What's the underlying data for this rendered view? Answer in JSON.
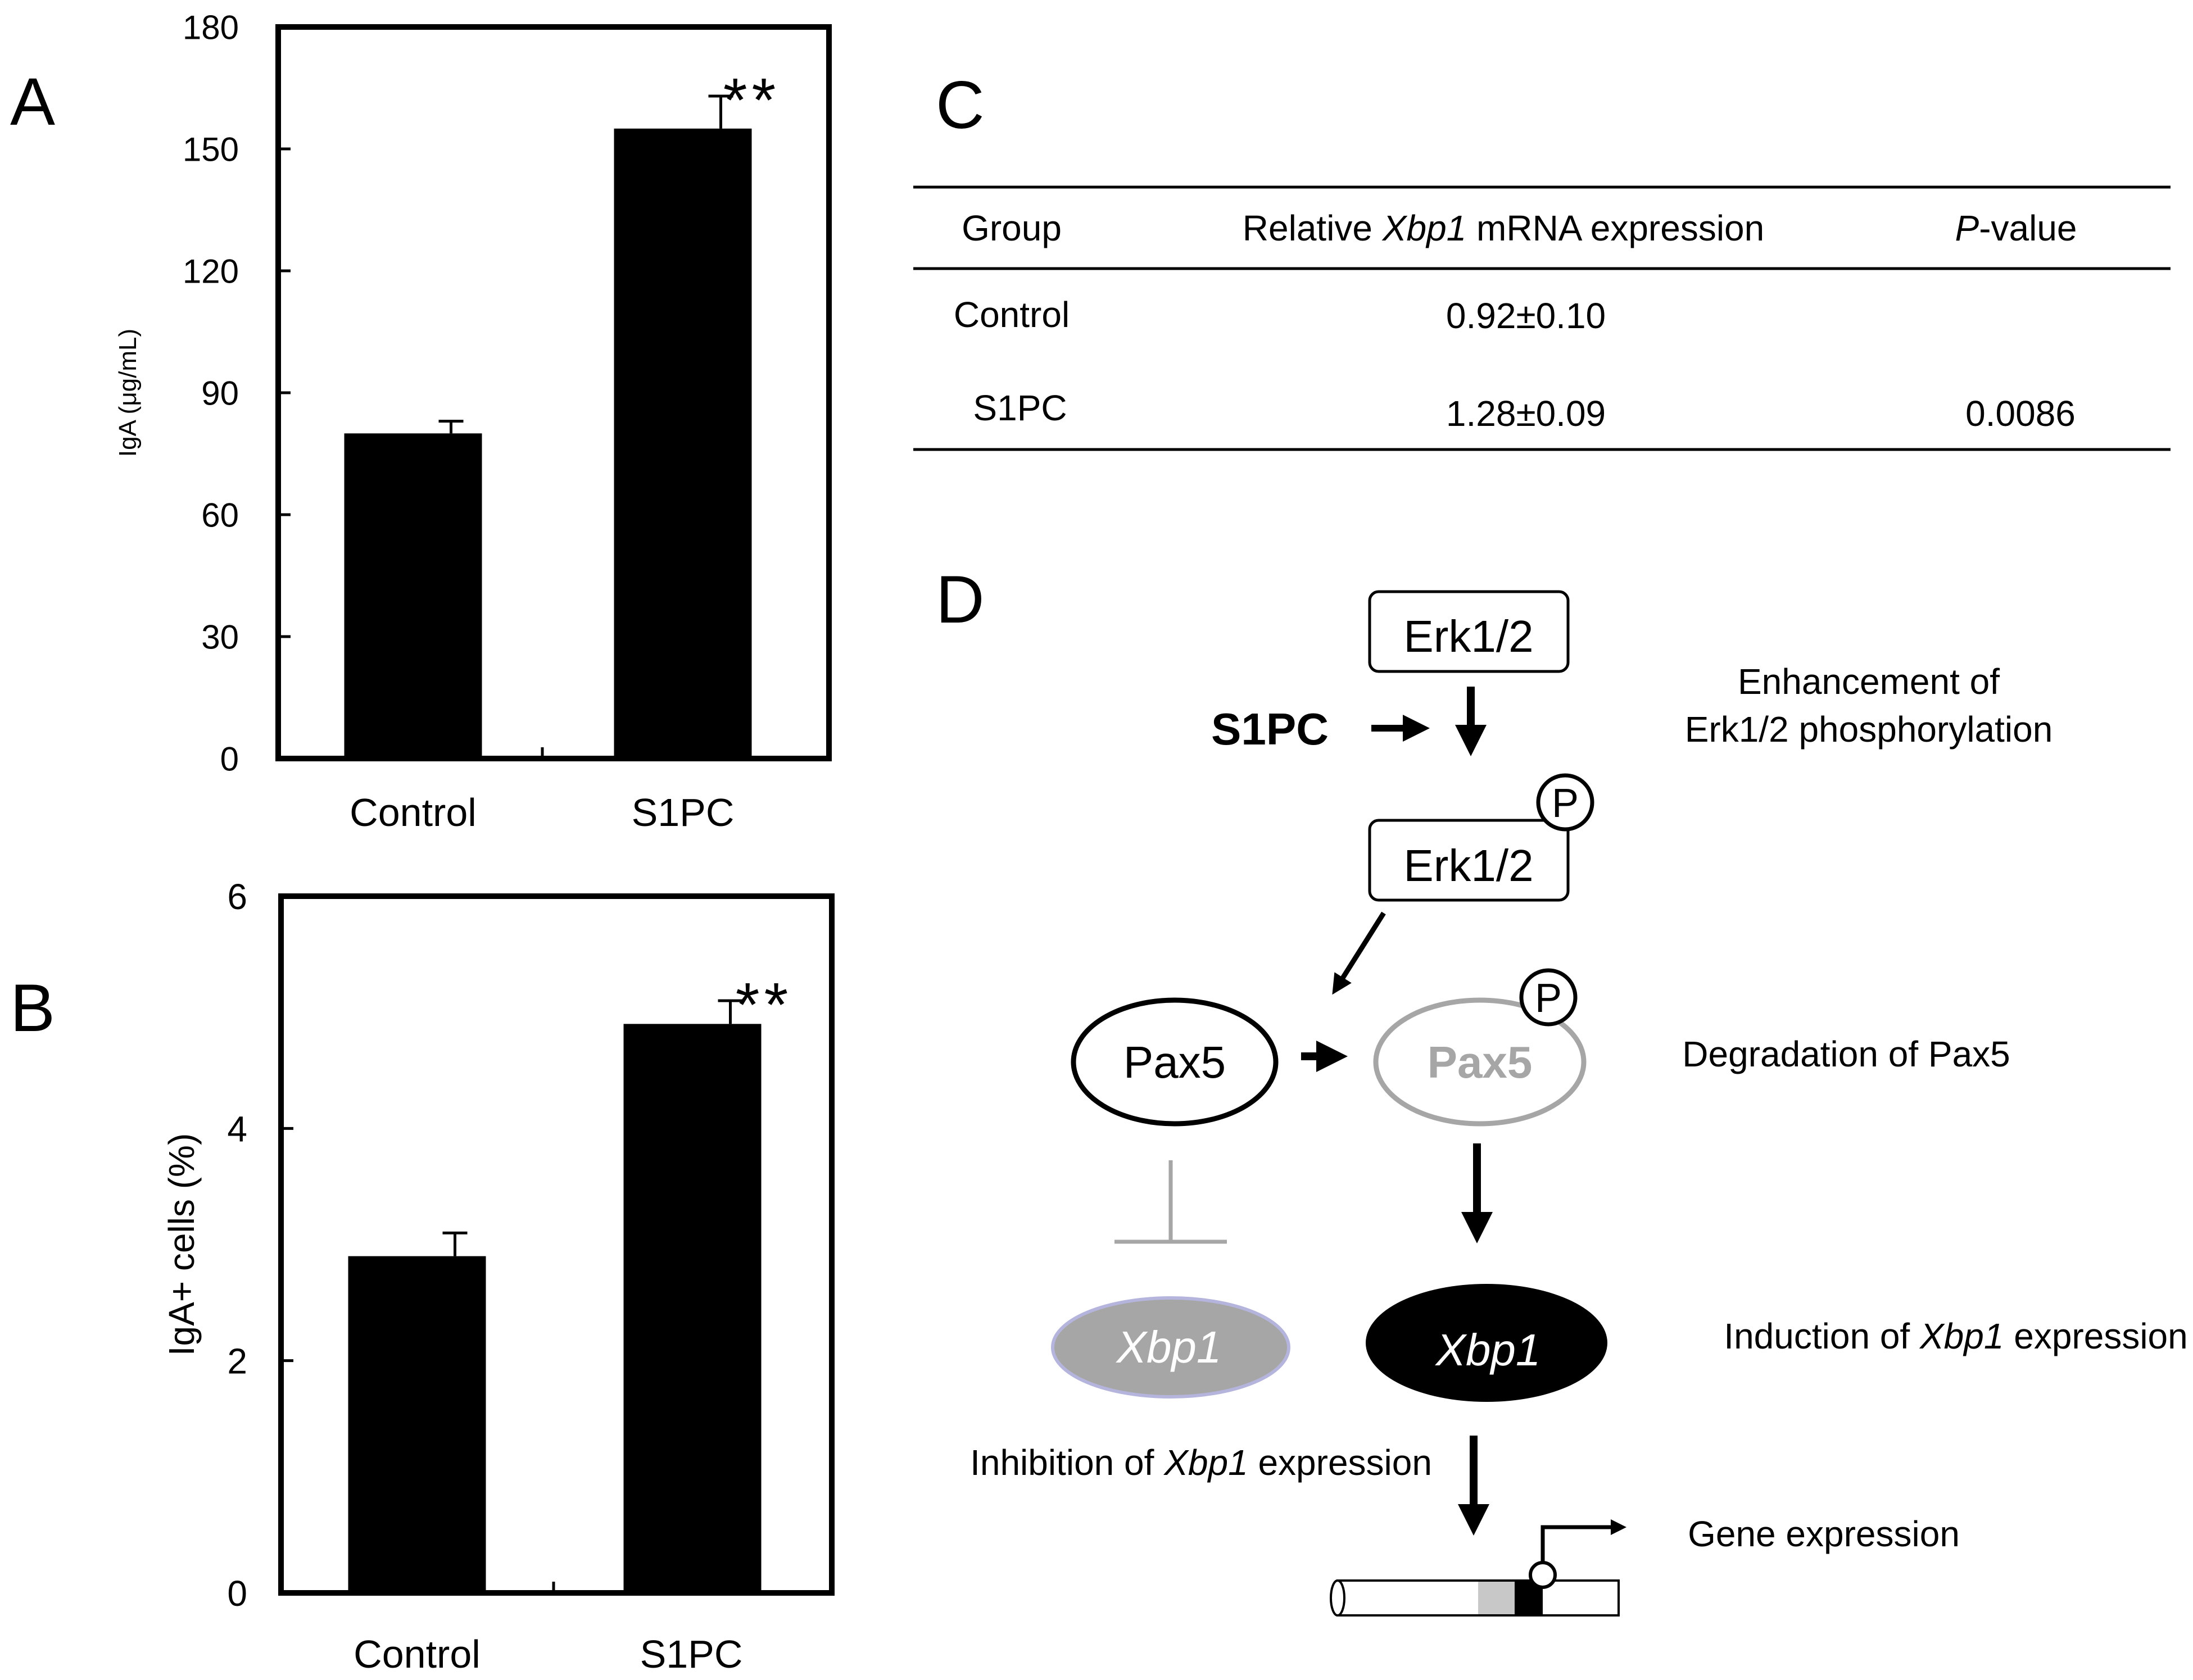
{
  "panel_letters": {
    "a": "A",
    "b": "B",
    "c": "C",
    "d": "D"
  },
  "chart_data": [
    {
      "type": "bar",
      "panel": "A",
      "categories": [
        "Control",
        "S1PC"
      ],
      "values": [
        80,
        155
      ],
      "errors": [
        3,
        8
      ],
      "significance": [
        "",
        "**"
      ],
      "ylabel": "IgA (μg/mL)",
      "xlabel": "",
      "ylim": [
        0,
        180
      ],
      "yticks": [
        0,
        30,
        60,
        90,
        120,
        150,
        180
      ],
      "bar_color": "#000000",
      "grid": false
    },
    {
      "type": "bar",
      "panel": "B",
      "categories": [
        "Control",
        "S1PC"
      ],
      "values": [
        2.9,
        4.9
      ],
      "errors": [
        0.2,
        0.2
      ],
      "significance": [
        "",
        "**"
      ],
      "ylabel": "IgA+ cells (%)",
      "xlabel": "",
      "ylim": [
        0,
        6
      ],
      "yticks": [
        0,
        2,
        4,
        6
      ],
      "bar_color": "#000000",
      "grid": false
    }
  ],
  "table": {
    "headers": {
      "group": "Group",
      "expr_pre": "Relative ",
      "expr_gene": "Xbp1",
      "expr_post": " mRNA expression",
      "p_italic": "P",
      "p_rest": "-value"
    },
    "rows": [
      {
        "group": "Control",
        "value": "0.92±0.10",
        "p": ""
      },
      {
        "group": "S1PC",
        "value": "1.28±0.09",
        "p": "0.0086"
      }
    ]
  },
  "diagram": {
    "erk_top": "Erk1/2",
    "erk_bottom": "Erk1/2",
    "phospho_label": "P",
    "s1pc": "S1PC",
    "enhancement_line1": "Enhancement of",
    "enhancement_line2": "Erk1/2 phosphorylation",
    "pax5": "Pax5",
    "pax5_degraded": "Pax5",
    "degradation": "Degradation of Pax5",
    "xbp1_inhibited": "Xbp1",
    "xbp1_induced": "Xbp1",
    "inhibition_pre": "Inhibition of ",
    "inhibition_gene": "Xbp1",
    "inhibition_post": " expression",
    "induction_pre": "Induction of ",
    "induction_gene": "Xbp1",
    "induction_post": " expression",
    "gene_expression": "Gene expression",
    "colors": {
      "degraded_gray": "#a6a6a6",
      "inhibited_fill": "#a6a6a6",
      "inhibited_rim": "#b4b4dc",
      "promoter_gray": "#c8c8c8"
    }
  }
}
